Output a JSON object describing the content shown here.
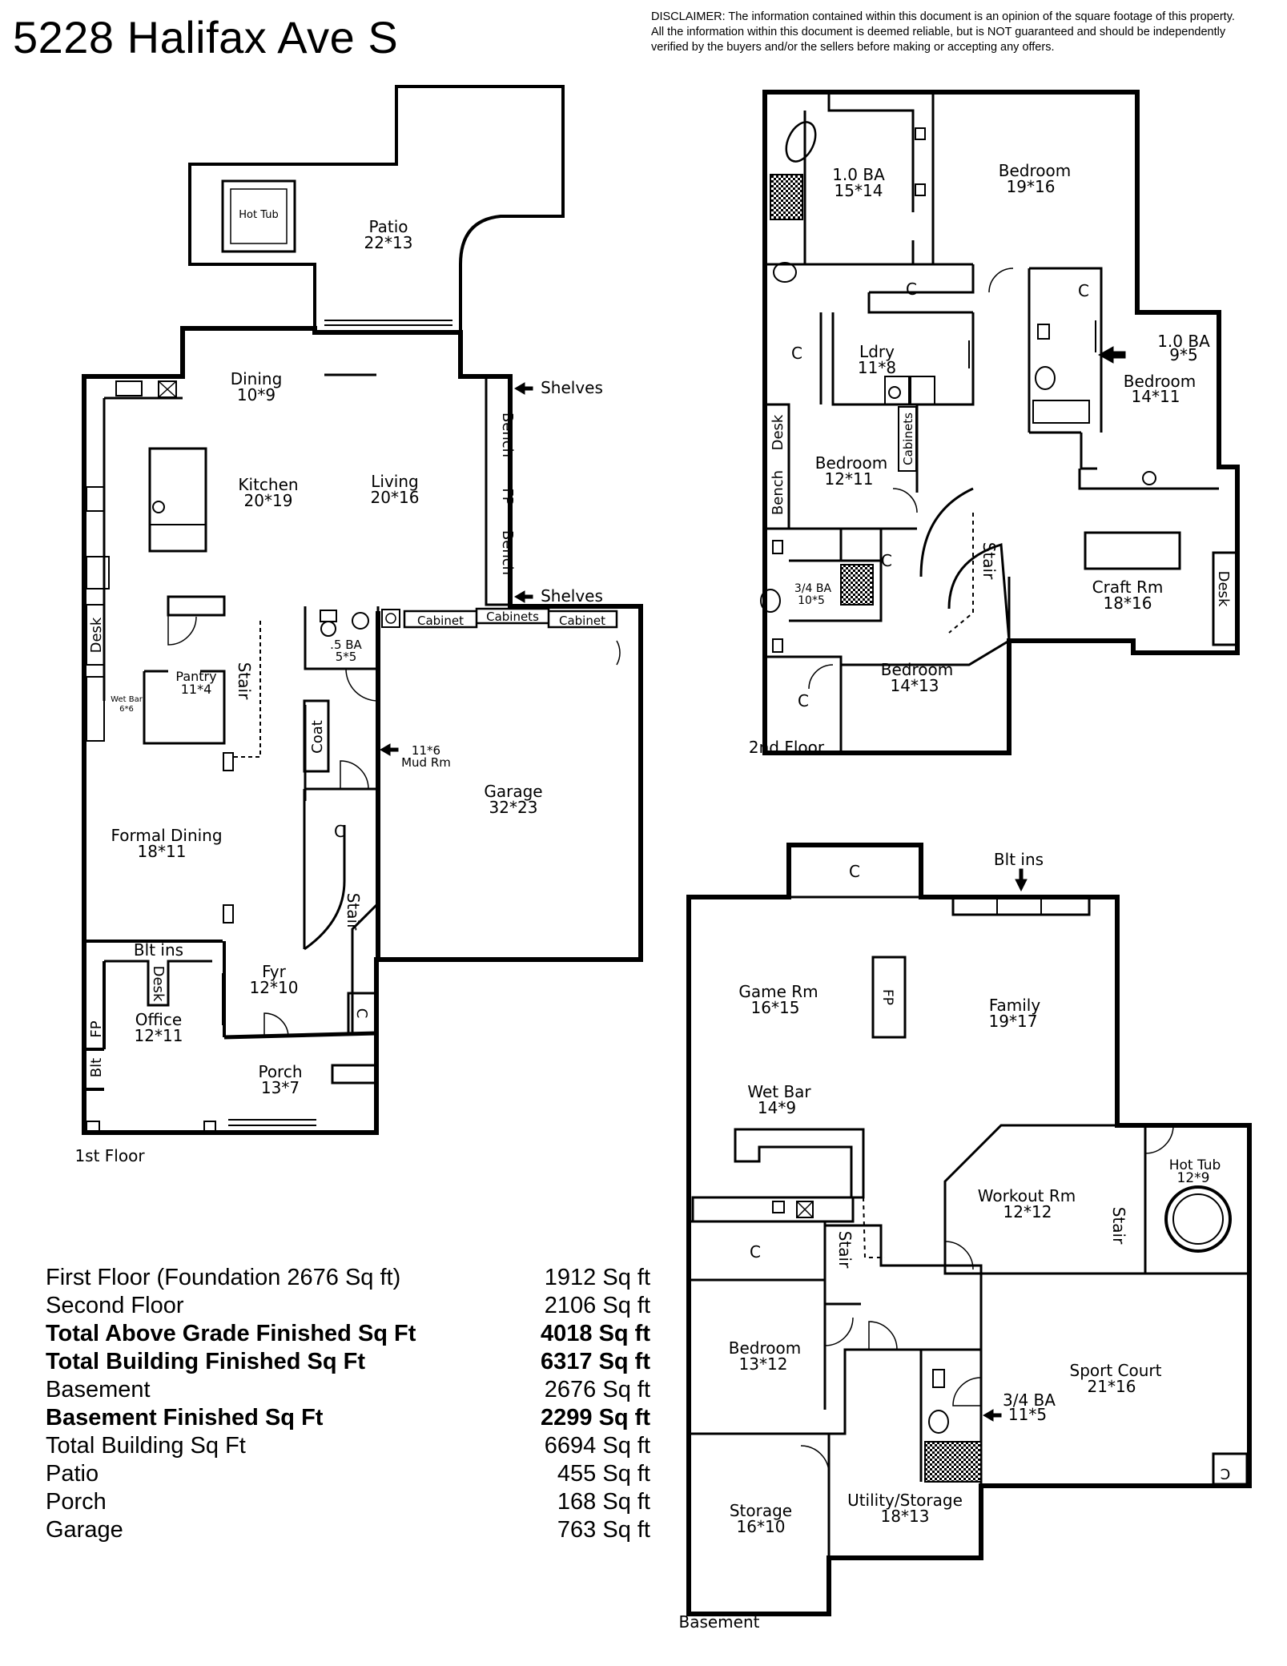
{
  "title": "5228 Halifax Ave S",
  "disclaimer": [
    "DISCLAIMER: The information contained within this document is an opinion of the square footage of this property.",
    "All the information within this document is deemed reliable, but is NOT guaranteed and should be independently",
    "verified by the buyers and/or the sellers before making or accepting any offers."
  ],
  "floors": {
    "first": "1st Floor",
    "second": "2nd Floor",
    "basement": "Basement"
  },
  "first_floor": {
    "hot_tub": "Hot Tub",
    "patio": "Patio",
    "patio_dim": "22*13",
    "dining": "Dining",
    "dining_dim": "10*9",
    "kitchen": "Kitchen",
    "kitchen_dim": "20*19",
    "living": "Living",
    "living_dim": "20*16",
    "shelves_1": "Shelves",
    "shelves_2": "Shelves",
    "bench_1": "Bench",
    "fp": "FP",
    "bench_2": "Bench",
    "desk": "Desk",
    "wet_bar": "Wet Bar",
    "wet_bar_dim": "6*6",
    "pantry": "Pantry",
    "pantry_dim": "11*4",
    "stair_1": "Stair",
    "half_ba": ".5 BA",
    "half_ba_dim": "5*5",
    "cabinet_1": "Cabinet",
    "cabinets": "Cabinets",
    "cabinet_2": "Cabinet",
    "coat": "Coat",
    "mud_dim": "11*6",
    "mud": "Mud Rm",
    "garage": "Garage",
    "garage_dim": "32*23",
    "closet": "C",
    "stair_2": "Stair",
    "formal_dining": "Formal Dining",
    "formal_dining_dim": "18*11",
    "blt_ins": "Blt ins",
    "desk_2": "Desk",
    "fyr": "Fyr",
    "fyr_dim": "12*10",
    "office": "Office",
    "office_dim": "12*11",
    "fp_2": "FP",
    "blt": "Blt",
    "closet_2": "C",
    "porch": "Porch",
    "porch_dim": "13*7"
  },
  "second_floor": {
    "ba1": "1.0 BA",
    "ba1_dim": "15*14",
    "bedroom1": "Bedroom",
    "bedroom1_dim": "19*16",
    "c1": "C",
    "c2": "C",
    "c3": "C",
    "c4": "C",
    "c5": "C",
    "ldry": "Ldry",
    "ldry_dim": "11*8",
    "ba2": "1.0 BA",
    "ba2_dim": "9*5",
    "bedroom2": "Bedroom",
    "bedroom2_dim": "14*11",
    "desk": "Desk",
    "bench": "Bench",
    "cabinets": "Cabinets",
    "bedroom3": "Bedroom",
    "bedroom3_dim": "12*11",
    "stair": "Stair",
    "craft": "Craft Rm",
    "craft_dim": "18*16",
    "desk_2": "Desk",
    "ba3": "3/4 BA",
    "ba3_dim": "10*5",
    "bedroom4": "Bedroom",
    "bedroom4_dim": "14*13"
  },
  "basement": {
    "c1": "C",
    "blt_ins": "Blt ins",
    "game": "Game Rm",
    "game_dim": "16*15",
    "fp": "FP",
    "family": "Family",
    "family_dim": "19*17",
    "wet_bar": "Wet Bar",
    "wet_bar_dim": "14*9",
    "hot_tub": "Hot Tub",
    "hot_tub_dim": "12*9",
    "workout": "Workout Rm",
    "workout_dim": "12*12",
    "stair_1": "Stair",
    "stair_2": "Stair",
    "c2": "C",
    "bedroom": "Bedroom",
    "bedroom_dim": "13*12",
    "sport": "Sport Court",
    "sport_dim": "21*16",
    "ba": "3/4 BA",
    "ba_dim": "11*5",
    "c3": "C",
    "storage": "Storage",
    "storage_dim": "16*10",
    "utility": "Utility/Storage",
    "utility_dim": "18*13"
  },
  "square_footage": [
    {
      "label": "First Floor (Foundation 2676 Sq ft)",
      "value": "1912 Sq ft",
      "bold": false
    },
    {
      "label": "Second Floor",
      "value": "2106 Sq ft",
      "bold": false
    },
    {
      "label": "Total Above Grade Finished Sq Ft",
      "value": "4018 Sq ft",
      "bold": true
    },
    {
      "label": "Total Building Finished Sq Ft",
      "value": "6317 Sq ft",
      "bold": true
    },
    {
      "label": "Basement",
      "value": "2676 Sq ft",
      "bold": false
    },
    {
      "label": "Basement Finished Sq Ft",
      "value": "2299 Sq ft",
      "bold": true
    },
    {
      "label": "Total Building Sq Ft",
      "value": "6694 Sq ft",
      "bold": false
    },
    {
      "label": "Patio",
      "value": "455 Sq ft",
      "bold": false
    },
    {
      "label": "Porch",
      "value": "168 Sq ft",
      "bold": false
    },
    {
      "label": "Garage",
      "value": "763 Sq ft",
      "bold": false
    }
  ]
}
